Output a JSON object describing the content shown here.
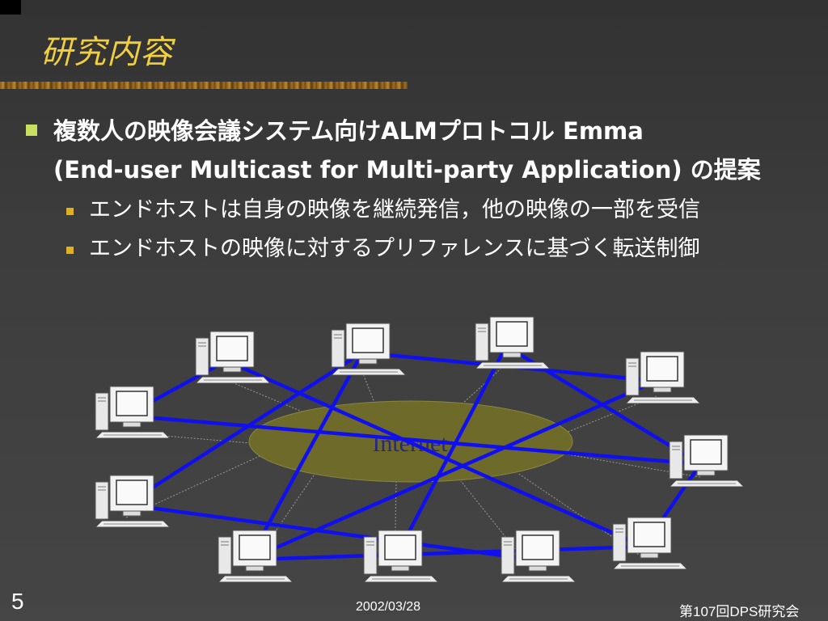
{
  "slide": {
    "title": "研究内容",
    "bullet": {
      "line1": "複数人の映像会議システム向けALMプロトコル Emma",
      "line2": "(End-user Multicast for Multi-party Application) の提案"
    },
    "sub_bullets": [
      "エンドホストは自身の映像を継続発信，他の映像の一部を受信",
      "エンドホストの映像に対するプリファレンスに基づく転送制御"
    ],
    "diagram": {
      "cloud_label": "Internet",
      "colors": {
        "overlay_link": "#1010ee",
        "cloud_fill": "#6e6a2a",
        "underlay_link": "#9a9a9a"
      }
    },
    "footer": {
      "page_number": "5",
      "date": "2002/03/28",
      "conference": "第107回DPS研究会"
    },
    "colors": {
      "title": "#f0d040",
      "background": "#3c3c3c",
      "bullet_l1": "#c8e060",
      "bullet_l2": "#e0b020"
    }
  }
}
